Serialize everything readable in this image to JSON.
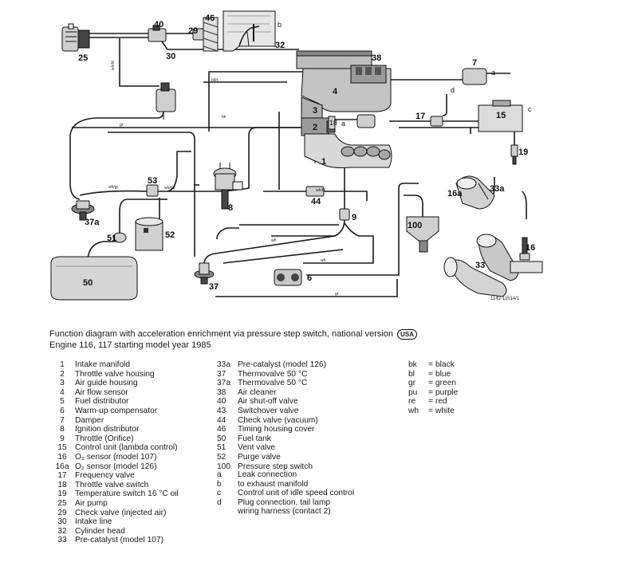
{
  "diagram": {
    "labels": [
      "25",
      "40",
      "29",
      "46",
      "b",
      "32",
      "30",
      "38",
      "a",
      "7",
      "4",
      "3",
      "2",
      "18",
      "17",
      "d",
      "15",
      "c",
      "19",
      "16a",
      "33a",
      "wh/bl",
      "bl/rt",
      "wh/gr",
      "53",
      "37a",
      "51",
      "52",
      "50",
      "8",
      "44",
      "9",
      "100",
      "33",
      "16",
      "6",
      "37",
      "1",
      "a",
      "wh/bl",
      "wh/pu",
      "wh",
      "bk",
      "wh",
      "gr",
      "gr"
    ],
    "ref_code": "1142-11514/1"
  },
  "caption": {
    "line1": "Function diagram with acceleration enrichment via pressure step switch, national version",
    "badge": "USA",
    "line2": "Engine 116, 117 starting model year 1985"
  },
  "legend_col1": [
    {
      "num": "1",
      "text": "Intake manifold"
    },
    {
      "num": "2",
      "text": "Throttle valve housing"
    },
    {
      "num": "3",
      "text": "Air guide housing"
    },
    {
      "num": "4",
      "text": "Air flow sensor"
    },
    {
      "num": "5",
      "text": "Fuel distributor"
    },
    {
      "num": "6",
      "text": "Warm-up compensator"
    },
    {
      "num": "7",
      "text": "Damper"
    },
    {
      "num": "8",
      "text": "Ignition distributor"
    },
    {
      "num": "9",
      "text": "Throttle (Orifice)"
    },
    {
      "num": "15",
      "text": "Control unit (lambda control)"
    },
    {
      "num": "16",
      "text": "O₂ sensor (model 107)"
    },
    {
      "num": "16a",
      "text": "O₂ sensor (model 126)"
    },
    {
      "num": "17",
      "text": "Frequency valve"
    },
    {
      "num": "18",
      "text": "Throttle valve switch"
    },
    {
      "num": "19",
      "text": "Temperature switch 16 °C oil"
    },
    {
      "num": "25",
      "text": "Air pump"
    },
    {
      "num": "29",
      "text": "Check valve (injected air)"
    },
    {
      "num": "30",
      "text": "Intake line"
    },
    {
      "num": "32",
      "text": "Cylinder head"
    },
    {
      "num": "33",
      "text": "Pre-catalyst (model 107)"
    }
  ],
  "legend_col2": [
    {
      "num": "33a",
      "text": "Pre-catalyst (model 126)"
    },
    {
      "num": "37",
      "text": "Thermovalve 50 °C"
    },
    {
      "num": "37a",
      "text": "Thermovalve 50 °C"
    },
    {
      "num": "38",
      "text": "Air cleaner"
    },
    {
      "num": "40",
      "text": "Air shut-off valve"
    },
    {
      "num": "43",
      "text": "Switchover valve"
    },
    {
      "num": "44",
      "text": "Check valve (vacuum)"
    },
    {
      "num": "46",
      "text": "Timing housing cover"
    },
    {
      "num": "50",
      "text": "Fuel tank"
    },
    {
      "num": "51",
      "text": "Vent valve"
    },
    {
      "num": "52",
      "text": "Purge valve"
    },
    {
      "num": "100",
      "text": "Pressure step switch"
    }
  ],
  "legend_letters": [
    {
      "num": "a",
      "text": "Leak connection"
    },
    {
      "num": "b",
      "text": "to exhaust manifold"
    },
    {
      "num": "c",
      "text": "Control unit of idle speed control"
    },
    {
      "num": "d",
      "text": "Plug connection, tail lamp"
    },
    {
      "num": "",
      "text": "wiring harness (contact 2)"
    }
  ],
  "legend_colors": [
    {
      "code": "bk",
      "name": "black"
    },
    {
      "code": "bl",
      "name": "blue"
    },
    {
      "code": "gr",
      "name": "green"
    },
    {
      "code": "pu",
      "name": "purple"
    },
    {
      "code": "re",
      "name": "red"
    },
    {
      "code": "wh",
      "name": "white"
    }
  ],
  "colors": {
    "ink": "#1a1a1a",
    "part_fill": "#cfcfcf",
    "background": "#ffffff"
  }
}
